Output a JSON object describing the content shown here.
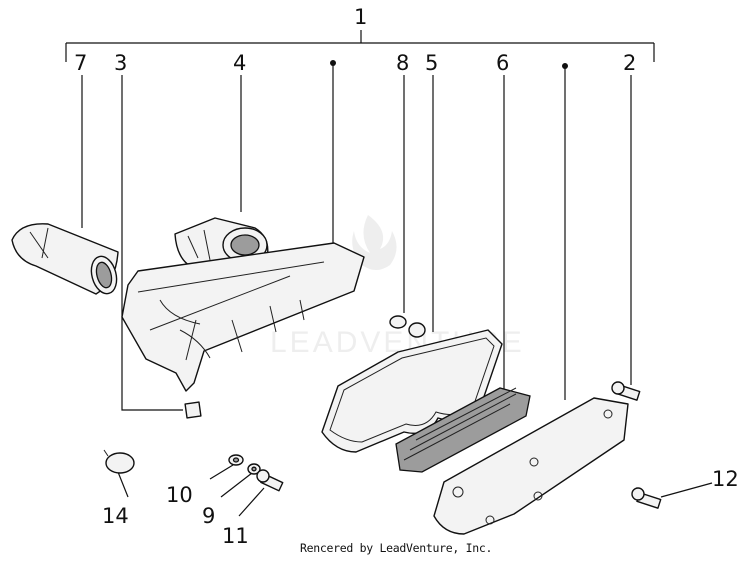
{
  "callouts": {
    "n1": "1",
    "n2": "2",
    "n3": "3",
    "n4": "4",
    "n5": "5",
    "n6": "6",
    "n7": "7",
    "n8": "8",
    "n9": "9",
    "n10": "10",
    "n11": "11",
    "n12": "12",
    "n14": "14"
  },
  "watermark": "LEADVENTURE",
  "credit": "Rencered by LeadVenture, Inc.",
  "colors": {
    "line": "#111111",
    "part_fill": "#f3f3f3",
    "shade": "#9c9c9c",
    "watermark": "#d6d6d6"
  }
}
